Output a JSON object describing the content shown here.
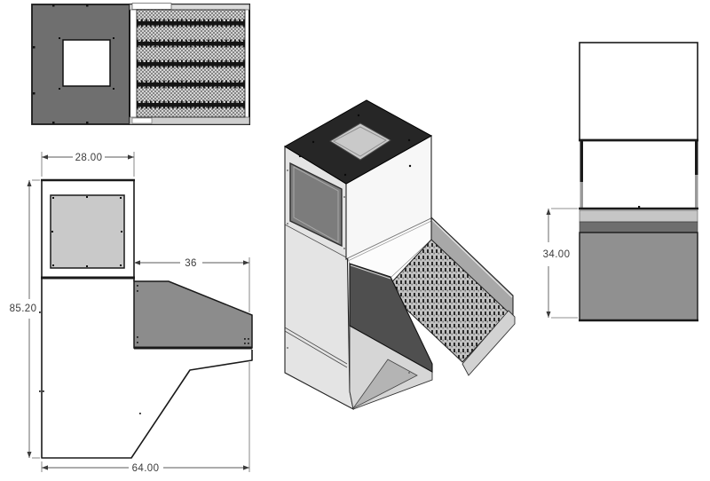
{
  "drawing": {
    "type": "multi-view engineering drawing of hopper chute assembly",
    "views": {
      "top_view": "top-view-with-grating",
      "front_view": "front-view-dimensioned",
      "isometric_view": "isometric-assembly",
      "side_view": "side-view-dimensioned"
    },
    "dimensions": {
      "front_width": "28.00",
      "chute_depth": "36",
      "overall_height": "85.20",
      "base_depth": "64.00",
      "hopper_height": "34.00"
    },
    "colors": {
      "plate_gray": "#6f6f6f",
      "chute_side_gray": "#8c8c8c",
      "window_gray": "#c9c9c9",
      "top_plate_black": "#262626",
      "hopper_block_gray": "#909090",
      "dark_band": "#6e6e6e",
      "light_band": "#c6c6c6",
      "iso_left_face": "#e4e4e4",
      "iso_right_face": "#f7f7f7",
      "iso_dark_wall": "#4f4f4f",
      "dim_text": "#3b3b3b"
    }
  }
}
